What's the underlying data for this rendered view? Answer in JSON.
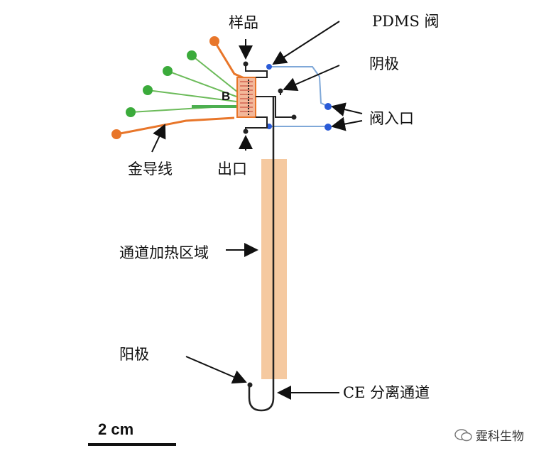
{
  "labels": {
    "sample": "样品",
    "pdms_valve": "PDMS 阀",
    "cathode": "阴极",
    "valve_inlet": "阀入口",
    "gold_wire": "金导线",
    "outlet": "出口",
    "channel_heating": "通道加热区域",
    "anode": "阳极",
    "ce_channel": "CE 分离通道",
    "b_marker": "B"
  },
  "scale_bar": {
    "label": "2 cm"
  },
  "watermark": {
    "text": "霆科生物"
  },
  "colors": {
    "gold_wire": "#e8762a",
    "electrode": "#4caf50",
    "electrode_dot": "#3bab3b",
    "valve_line": "#7fa8d8",
    "valve_dot": "#2a5bd7",
    "heating_zone": "#f5c9a0",
    "channel": "#222222"
  }
}
